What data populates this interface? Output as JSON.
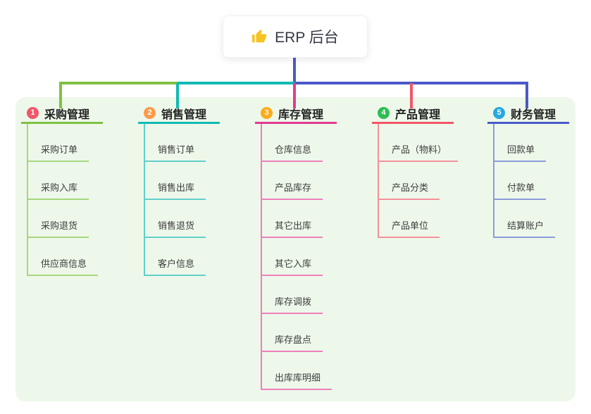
{
  "root": {
    "title": "ERP 后台",
    "icon": "thumbs-up-icon"
  },
  "colors": {
    "connector": "#4a5ac8",
    "panel_background": "#edf8ea",
    "root_text": "#363a45",
    "thumb_icon": "#f6c324"
  },
  "branches": [
    {
      "num": "1",
      "title": "采购管理",
      "badge_color": "#f1566b",
      "line_color": "#7fc143",
      "child_line_color": "#a8d67e",
      "children": [
        "采购订单",
        "采购入库",
        "采购退货",
        "供应商信息"
      ]
    },
    {
      "num": "2",
      "title": "销售管理",
      "badge_color": "#fa9a4b",
      "line_color": "#12b9b4",
      "child_line_color": "#63cfc9",
      "children": [
        "销售订单",
        "销售出库",
        "销售退货",
        "客户信息"
      ]
    },
    {
      "num": "3",
      "title": "库存管理",
      "badge_color": "#fbab1c",
      "line_color": "#e23a92",
      "child_line_color": "#ef7fbb",
      "children": [
        "仓库信息",
        "产品库存",
        "其它出库",
        "其它入库",
        "库存调拨",
        "库存盘点",
        "出库库明细"
      ]
    },
    {
      "num": "4",
      "title": "产品管理",
      "badge_color": "#2ebd53",
      "line_color": "#f2566a",
      "child_line_color": "#f4919b",
      "children": [
        "产品（物料）",
        "产品分类",
        "产品单位"
      ]
    },
    {
      "num": "5",
      "title": "财务管理",
      "badge_color": "#28a8e0",
      "line_color": "#4a5ac8",
      "child_line_color": "#8b9cd9",
      "children": [
        "回款单",
        "付款单",
        "结算账户"
      ]
    }
  ]
}
